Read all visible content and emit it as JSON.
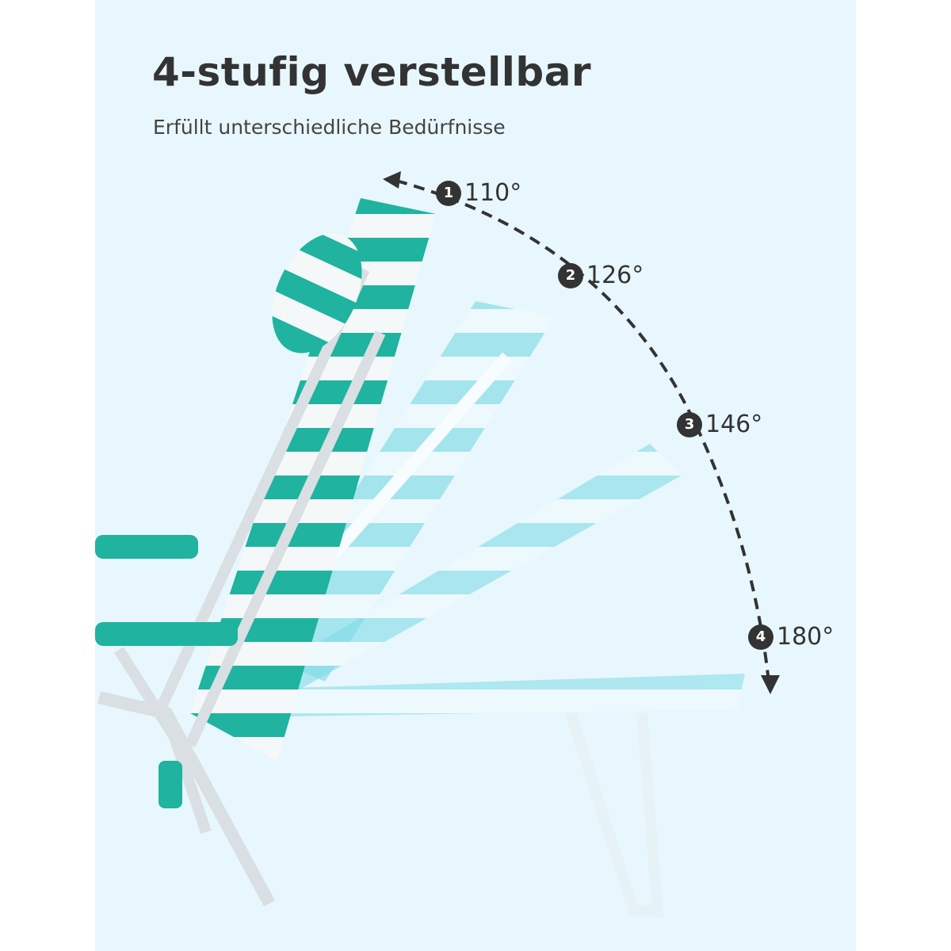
{
  "title": "4-stufig verstellbar",
  "subtitle": "Erfüllt unterschiedliche Bedürfnisse",
  "steps": [
    {
      "number": "1",
      "angle": "110°"
    },
    {
      "number": "2",
      "angle": "126°"
    },
    {
      "number": "3",
      "angle": "146°"
    },
    {
      "number": "4",
      "angle": "180°"
    }
  ],
  "colors": {
    "background": "#e8f7fd",
    "teal": "#1fb3a0",
    "text": "#333333"
  }
}
